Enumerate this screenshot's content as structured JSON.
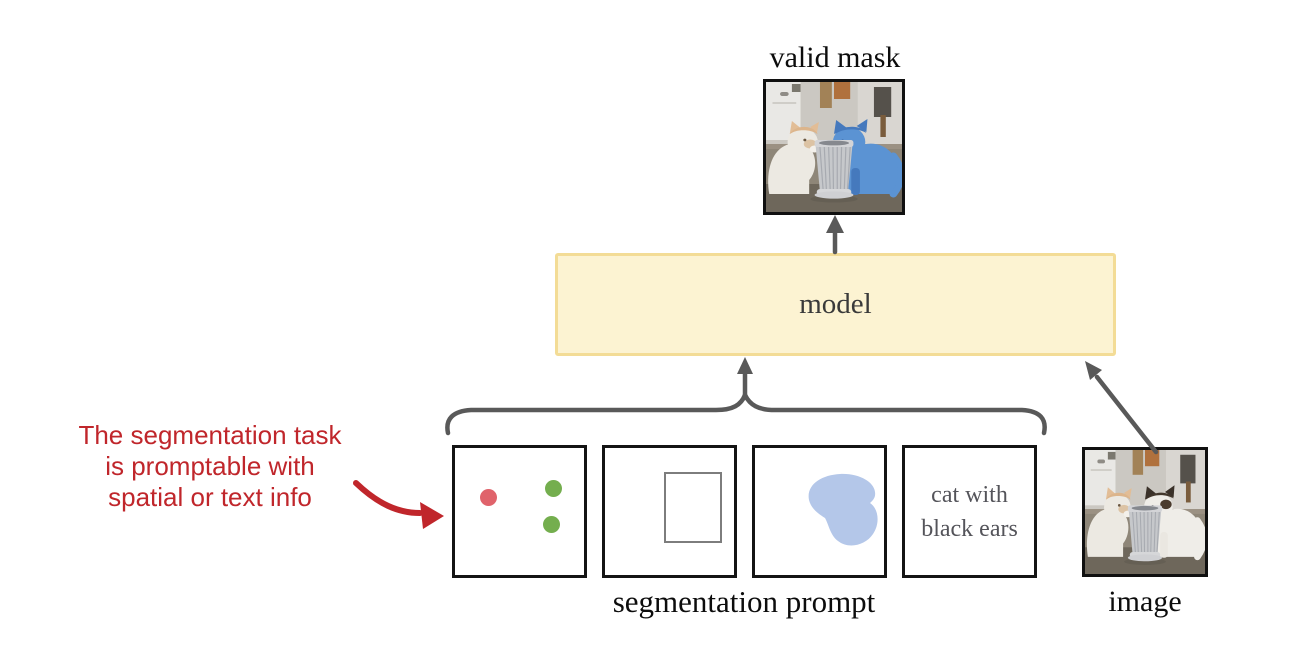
{
  "labels": {
    "valid_mask": "valid mask",
    "model": "model",
    "segmentation_prompt": "segmentation prompt",
    "image": "image"
  },
  "annotation": {
    "line1": "The segmentation task",
    "line2": "is promptable with",
    "line3": "spatial or text info"
  },
  "text_prompt": {
    "line1": "cat with",
    "line2": "black ears"
  },
  "colors": {
    "annotation_red": "#c0262b",
    "arrow_gray": "#595959",
    "model_box_fill": "#fcf3d2",
    "model_box_border": "#f3dc96",
    "valid_mask_blue": "#5b93d3",
    "prompt_mask_blue": "#b4c7e9",
    "point_red": "#e0636b",
    "point_green": "#74ae4e"
  }
}
